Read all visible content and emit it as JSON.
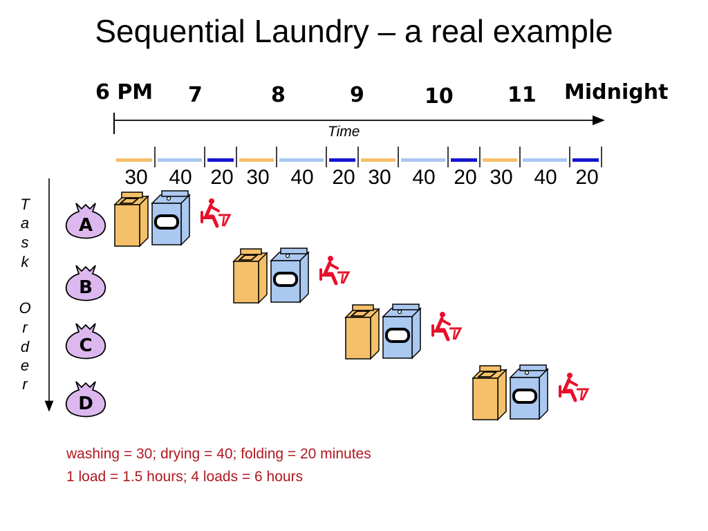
{
  "title": "Sequential Laundry – a real example",
  "timeline": {
    "hours": [
      "6 PM",
      "7",
      "8",
      "9",
      "10",
      "11",
      "Midnight"
    ],
    "axis_label": "Time"
  },
  "durations": [
    "30",
    "40",
    "20",
    "30",
    "40",
    "20",
    "30",
    "40",
    "20",
    "30",
    "40",
    "20"
  ],
  "task_order_label": [
    "T",
    "a",
    "s",
    "k",
    "O",
    "r",
    "d",
    "e",
    "r"
  ],
  "tasks": [
    "A",
    "B",
    "C",
    "D"
  ],
  "footer": {
    "line1": "washing = 30; drying = 40; folding = 20 minutes",
    "line2": "1 load = 1.5 hours; 4 loads = 6 hours"
  },
  "colors": {
    "wash": "#f5c06a",
    "dry": "#aac8f0",
    "fold": "#1515d0",
    "bag": "#dcb8ee",
    "text_red": "#b0171f",
    "person": "#e8102a"
  }
}
